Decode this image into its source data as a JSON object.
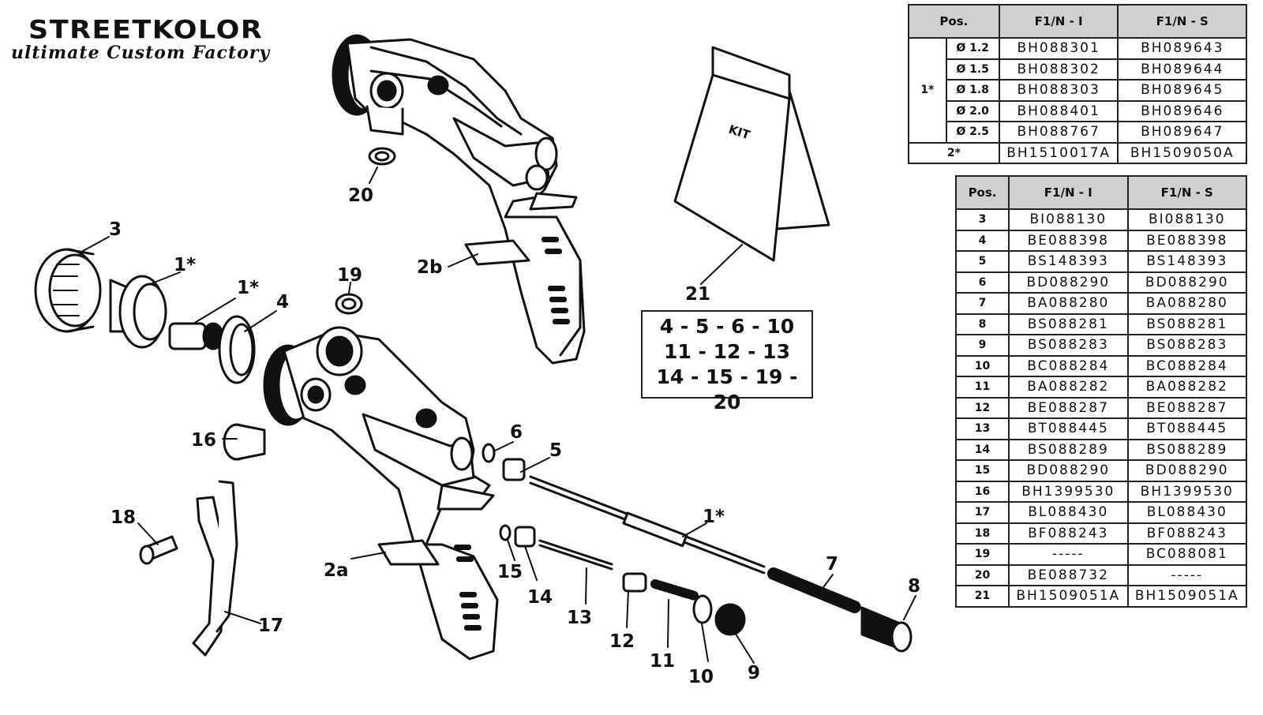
{
  "logo": {
    "brand": "STREETKOLOR",
    "tagline": "ultimate Custom Factory"
  },
  "labels": [
    "20",
    "3",
    "1*",
    "1*",
    "4",
    "19",
    "2b",
    "21",
    "16",
    "6",
    "5",
    "18",
    "1*",
    "7",
    "8",
    "2a",
    "15",
    "14",
    "13",
    "12",
    "11",
    "10",
    "9",
    "17"
  ],
  "kit": {
    "icon_text": "KIT",
    "line1": "4 - 5 - 6 - 10",
    "line2": "11 - 12 - 13",
    "line3": "14 - 15 - 19 - 20"
  },
  "table1": {
    "headers": [
      "Pos.",
      "F1/N - I",
      "F1/N - S"
    ],
    "group_pos": "1*",
    "rows": [
      {
        "dia": "Ø 1.2",
        "i": "BH088301",
        "s": "BH089643"
      },
      {
        "dia": "Ø 1.5",
        "i": "BH088302",
        "s": "BH089644"
      },
      {
        "dia": "Ø  1.8",
        "i": "BH088303",
        "s": "BH089645"
      },
      {
        "dia": "Ø 2.0",
        "i": "BH088401",
        "s": "BH089646"
      },
      {
        "dia": "Ø 2.5",
        "i": "BH088767",
        "s": "BH089647"
      }
    ],
    "last_row": {
      "pos": "2*",
      "i": "BH1510017A",
      "s": "BH1509050A"
    }
  },
  "table2": {
    "headers": [
      "Pos.",
      "F1/N - I",
      "F1/N - S"
    ],
    "rows": [
      {
        "pos": "3",
        "i": "BI088130",
        "s": "BI088130"
      },
      {
        "pos": "4",
        "i": "BE088398",
        "s": "BE088398"
      },
      {
        "pos": "5",
        "i": "BS148393",
        "s": "BS148393"
      },
      {
        "pos": "6",
        "i": "BD088290",
        "s": "BD088290"
      },
      {
        "pos": "7",
        "i": "BA088280",
        "s": "BA088280"
      },
      {
        "pos": "8",
        "i": "BS088281",
        "s": "BS088281"
      },
      {
        "pos": "9",
        "i": "BS088283",
        "s": "BS088283"
      },
      {
        "pos": "10",
        "i": "BC088284",
        "s": "BC088284"
      },
      {
        "pos": "11",
        "i": "BA088282",
        "s": "BA088282"
      },
      {
        "pos": "12",
        "i": "BE088287",
        "s": "BE088287"
      },
      {
        "pos": "13",
        "i": "BT088445",
        "s": "BT088445"
      },
      {
        "pos": "14",
        "i": "BS088289",
        "s": "BS088289"
      },
      {
        "pos": "15",
        "i": "BD088290",
        "s": "BD088290"
      },
      {
        "pos": "16",
        "i": "BH1399530",
        "s": "BH1399530"
      },
      {
        "pos": "17",
        "i": "BL088430",
        "s": "BL088430"
      },
      {
        "pos": "18",
        "i": "BF088243",
        "s": "BF088243"
      },
      {
        "pos": "19",
        "i": "-----",
        "s": "BC088081"
      },
      {
        "pos": "20",
        "i": "BE088732",
        "s": "-----"
      },
      {
        "pos": "21",
        "i": "BH1509051A",
        "s": "BH1509051A"
      }
    ]
  }
}
